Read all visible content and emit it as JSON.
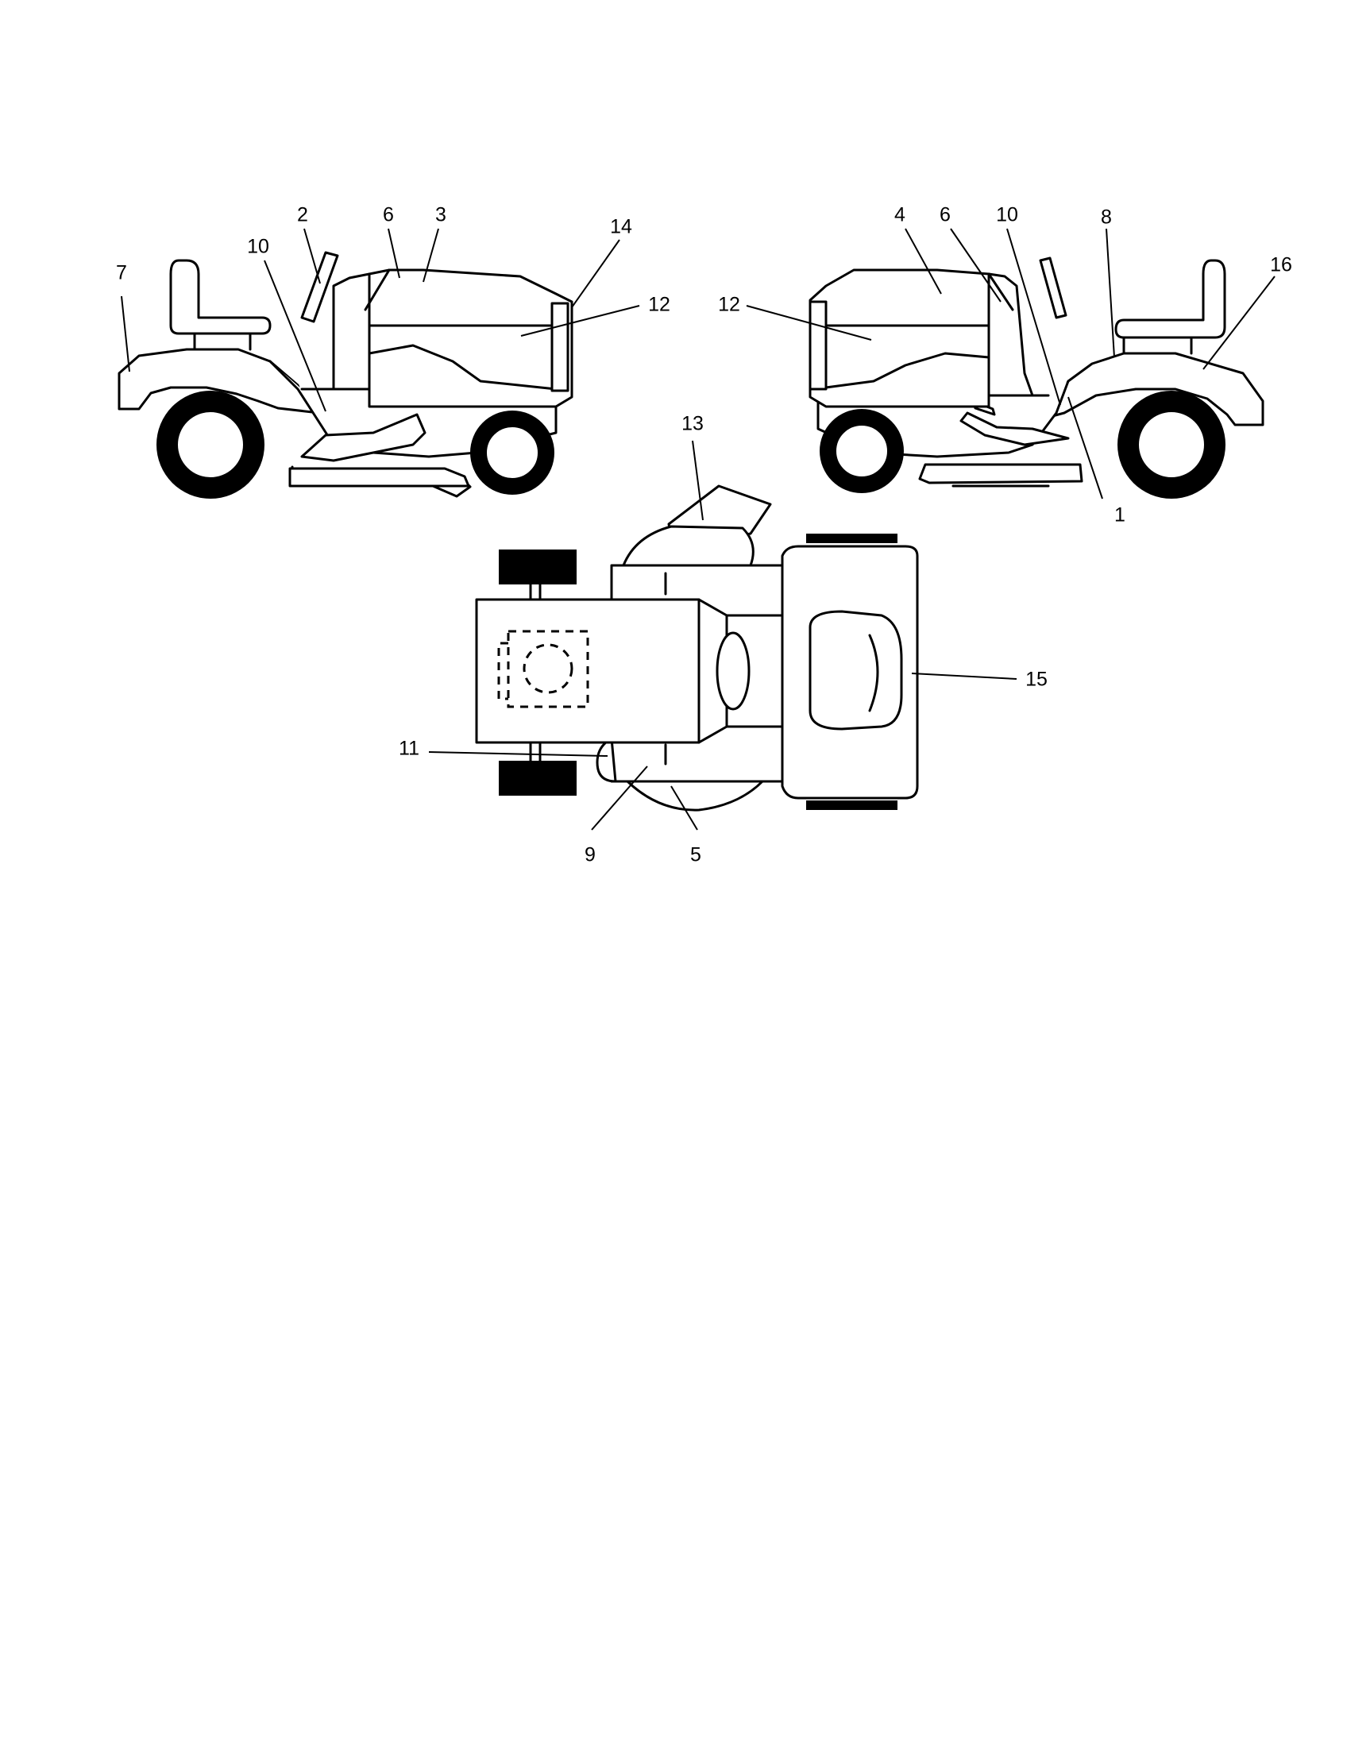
{
  "diagram": {
    "callouts": {
      "left_view": [
        "7",
        "10",
        "2",
        "6",
        "3",
        "14",
        "12"
      ],
      "right_view": [
        "12",
        "4",
        "6",
        "10",
        "8",
        "16",
        "1"
      ],
      "top_view": [
        "13",
        "15",
        "11",
        "9",
        "5"
      ]
    }
  },
  "colors": {
    "line": "#000000",
    "background": "#ffffff"
  }
}
